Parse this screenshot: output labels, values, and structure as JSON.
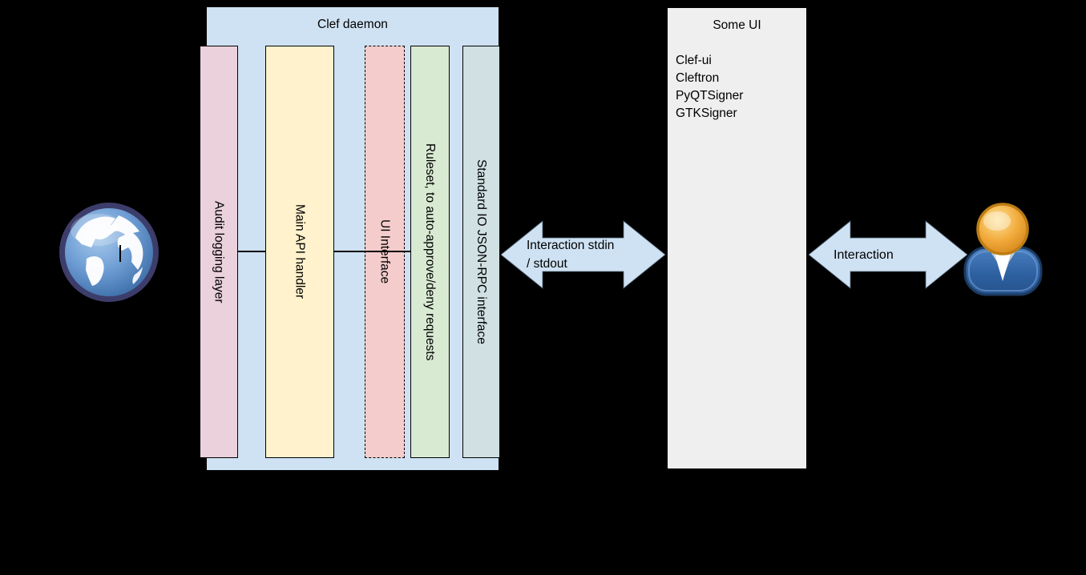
{
  "diagram": {
    "background_color": "#000000",
    "clef_daemon": {
      "title": "Clef daemon",
      "box_color": "#cfe2f3",
      "layers": [
        {
          "label": "Audit logging layer",
          "color": "#ead1dc",
          "border": "solid"
        },
        {
          "label": "Main API handler",
          "color": "#fff2cc",
          "border": "solid"
        },
        {
          "label": "UI Interface",
          "color": "#f4cccc",
          "border": "dashed"
        },
        {
          "label": "Ruleset, to auto-approve/deny requests",
          "color": "#d9ead3",
          "border": "solid"
        },
        {
          "label": "Standard IO JSON-RPC interface",
          "color": "#d0e0e3",
          "border": "solid"
        }
      ]
    },
    "some_ui": {
      "title": "Some UI",
      "box_color": "#efefef",
      "items": [
        "Clef-ui",
        "Cleftron",
        "PyQTSigner",
        "GTKSigner"
      ]
    },
    "arrows": {
      "fill_color": "#cfe2f3",
      "stdio_arrow": {
        "lines": [
          "Interaction stdin",
          "/ stdout"
        ]
      },
      "user_arrow": {
        "label": "Interaction"
      }
    },
    "icons": {
      "left": "internet-globe-icon",
      "right": "person-icon"
    }
  }
}
